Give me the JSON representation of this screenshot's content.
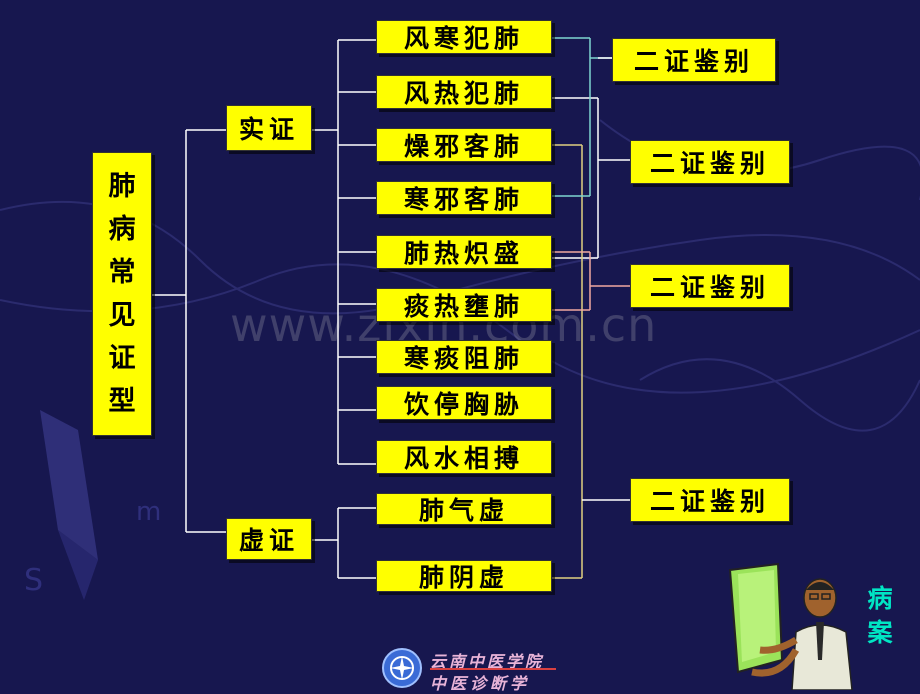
{
  "root": {
    "chars": [
      "肺",
      "病",
      "常",
      "见",
      "证",
      "型"
    ]
  },
  "groups": {
    "shi": "实证",
    "xu": "虚证"
  },
  "syndromes": [
    "风寒犯肺",
    "风热犯肺",
    "燥邪客肺",
    "寒邪客肺",
    "肺热炽盛",
    "痰热壅肺",
    "寒痰阻肺",
    "饮停胸胁",
    "风水相搏",
    "肺气虚",
    "肺阴虚"
  ],
  "comparisons": [
    "二证鉴别",
    "二证鉴别",
    "二证鉴别",
    "二证鉴别"
  ],
  "watermark": "www.zixin.com.cn",
  "footer": {
    "school": "云南中医学院",
    "dept": "中医诊断学"
  },
  "case_button": {
    "chars": [
      "病",
      "案"
    ]
  },
  "colors": {
    "background": "#17174f",
    "box_fill": "#ffff00",
    "line_main": "#ffffff",
    "line_cyan": "#7fd6d0",
    "line_pink": "#f0a8a0",
    "case_text": "#00e6c4"
  }
}
